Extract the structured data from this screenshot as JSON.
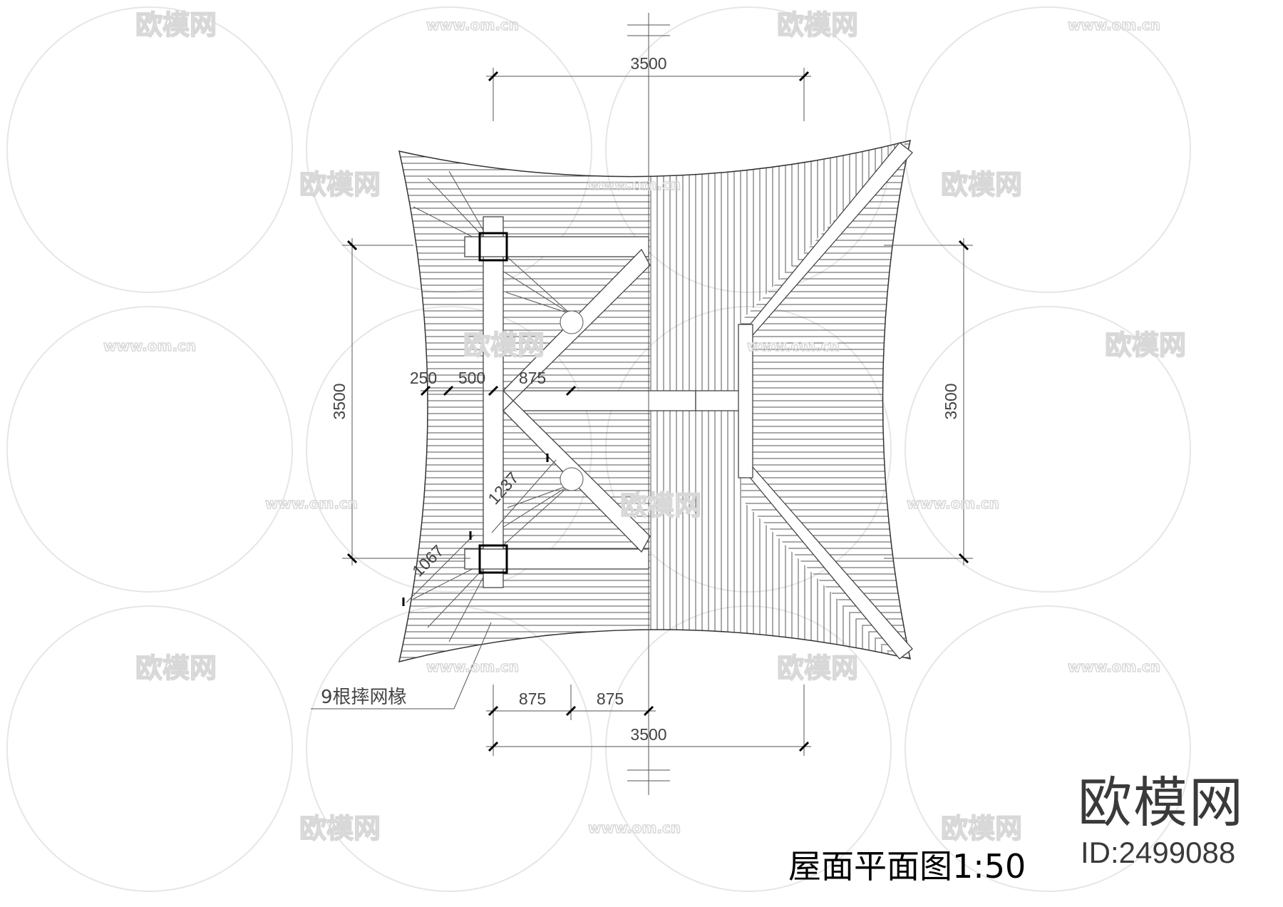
{
  "drawing": {
    "title": "屋面平面图1:50",
    "dimensions": {
      "top_overall": "3500",
      "bottom_overall": "3500",
      "left_overall": "3500",
      "right_overall": "3500",
      "bottom_segment_1": "875",
      "bottom_segment_2": "875",
      "top_segment_1": "250",
      "top_segment_2": "500",
      "top_segment_3": "875",
      "diagonal_1": "1237",
      "diagonal_2": "1067"
    },
    "annotation": "9根摔网椽"
  },
  "watermark": {
    "brand": "欧模网",
    "site": "www.om.cn",
    "id": "ID:2499088"
  }
}
